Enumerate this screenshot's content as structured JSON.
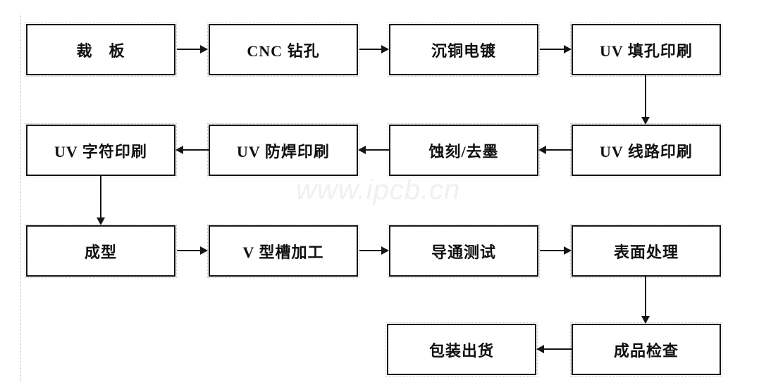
{
  "diagram": {
    "type": "flowchart",
    "subject": "PCB manufacturing process flow",
    "watermark": "www.ipcb.cn",
    "nodes": [
      {
        "id": "cutting",
        "label": "裁　板"
      },
      {
        "id": "cnc-drilling",
        "label": "CNC 钻孔"
      },
      {
        "id": "copper-plating",
        "label": "沉铜电镀"
      },
      {
        "id": "uv-hole-plug-print",
        "label": "UV 填孔印刷"
      },
      {
        "id": "uv-circuit-print",
        "label": "UV 线路印刷"
      },
      {
        "id": "etching-deinking",
        "label": "蚀刻/去墨"
      },
      {
        "id": "uv-soldermask-print",
        "label": "UV 防焊印刷"
      },
      {
        "id": "uv-legend-print",
        "label": "UV 字符印刷"
      },
      {
        "id": "forming",
        "label": "成型"
      },
      {
        "id": "v-groove-machining",
        "label": "V 型槽加工"
      },
      {
        "id": "continuity-test",
        "label": "导通测试"
      },
      {
        "id": "surface-treatment",
        "label": "表面处理"
      },
      {
        "id": "final-inspection",
        "label": "成品检查"
      },
      {
        "id": "packing-shipment",
        "label": "包装出货"
      }
    ],
    "edges": [
      {
        "from": "cutting",
        "to": "cnc-drilling",
        "direction": "right"
      },
      {
        "from": "cnc-drilling",
        "to": "copper-plating",
        "direction": "right"
      },
      {
        "from": "copper-plating",
        "to": "uv-hole-plug-print",
        "direction": "right"
      },
      {
        "from": "uv-hole-plug-print",
        "to": "uv-circuit-print",
        "direction": "down"
      },
      {
        "from": "uv-circuit-print",
        "to": "etching-deinking",
        "direction": "left"
      },
      {
        "from": "etching-deinking",
        "to": "uv-soldermask-print",
        "direction": "left"
      },
      {
        "from": "uv-soldermask-print",
        "to": "uv-legend-print",
        "direction": "left"
      },
      {
        "from": "uv-legend-print",
        "to": "forming",
        "direction": "down"
      },
      {
        "from": "forming",
        "to": "v-groove-machining",
        "direction": "right"
      },
      {
        "from": "v-groove-machining",
        "to": "continuity-test",
        "direction": "right"
      },
      {
        "from": "continuity-test",
        "to": "surface-treatment",
        "direction": "right"
      },
      {
        "from": "surface-treatment",
        "to": "final-inspection",
        "direction": "down"
      },
      {
        "from": "final-inspection",
        "to": "packing-shipment",
        "direction": "left"
      }
    ],
    "colors": {
      "background": "#ffffff",
      "box_border": "#161616",
      "text": "#101010",
      "watermark": "#f0f0f0"
    }
  }
}
